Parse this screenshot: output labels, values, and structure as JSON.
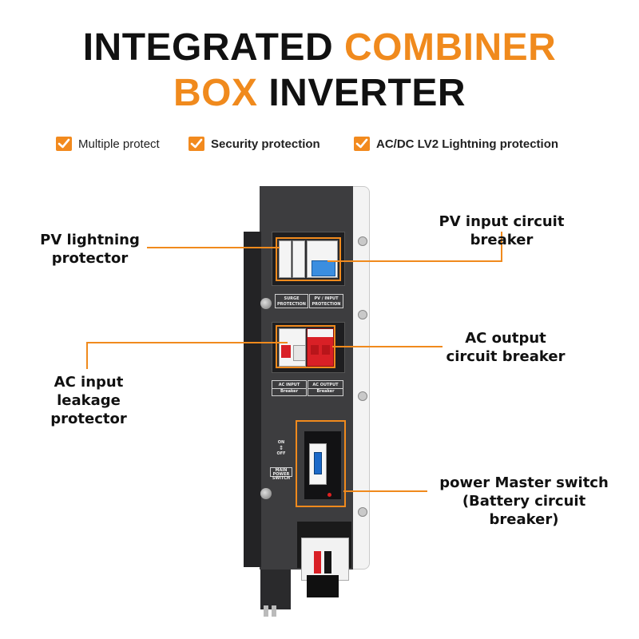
{
  "title": {
    "line1_black": "INTEGRATED",
    "line1_orange": "COMBINER",
    "line2_orange": "BOX",
    "line2_black": "INVERTER"
  },
  "features": [
    {
      "label": "Multiple protect"
    },
    {
      "label": "Security protection"
    },
    {
      "label": "AC/DC LV2 Lightning protection"
    }
  ],
  "callouts": {
    "pv_lightning": [
      "PV lightning",
      "protector"
    ],
    "pv_input_breaker": [
      "PV input circuit breaker"
    ],
    "ac_output_breaker": [
      "AC output",
      "circuit breaker"
    ],
    "ac_input_leakage": [
      "AC input leakage",
      "protector"
    ],
    "power_master_switch": [
      "power Master switch",
      "(Battery circuit breaker)"
    ]
  },
  "device_labels": {
    "surge": [
      "SURGE",
      "PROTECTION"
    ],
    "pv_input": [
      "PV / INPUT",
      "PROTECTION"
    ],
    "ac_input": [
      "AC INPUT",
      "Breaker"
    ],
    "ac_output": [
      "AC OUTPUT",
      "Breaker"
    ],
    "main_switch": [
      "MAIN POWER",
      "SWITCH"
    ],
    "on": "ON",
    "off": "OFF"
  },
  "colors": {
    "accent": "#f08a1d",
    "text": "#111111",
    "device_body": "#3d3d3f",
    "breaker_red": "#d92026",
    "switch_blue": "#1b69c8"
  },
  "icons": [
    "check-icon"
  ]
}
